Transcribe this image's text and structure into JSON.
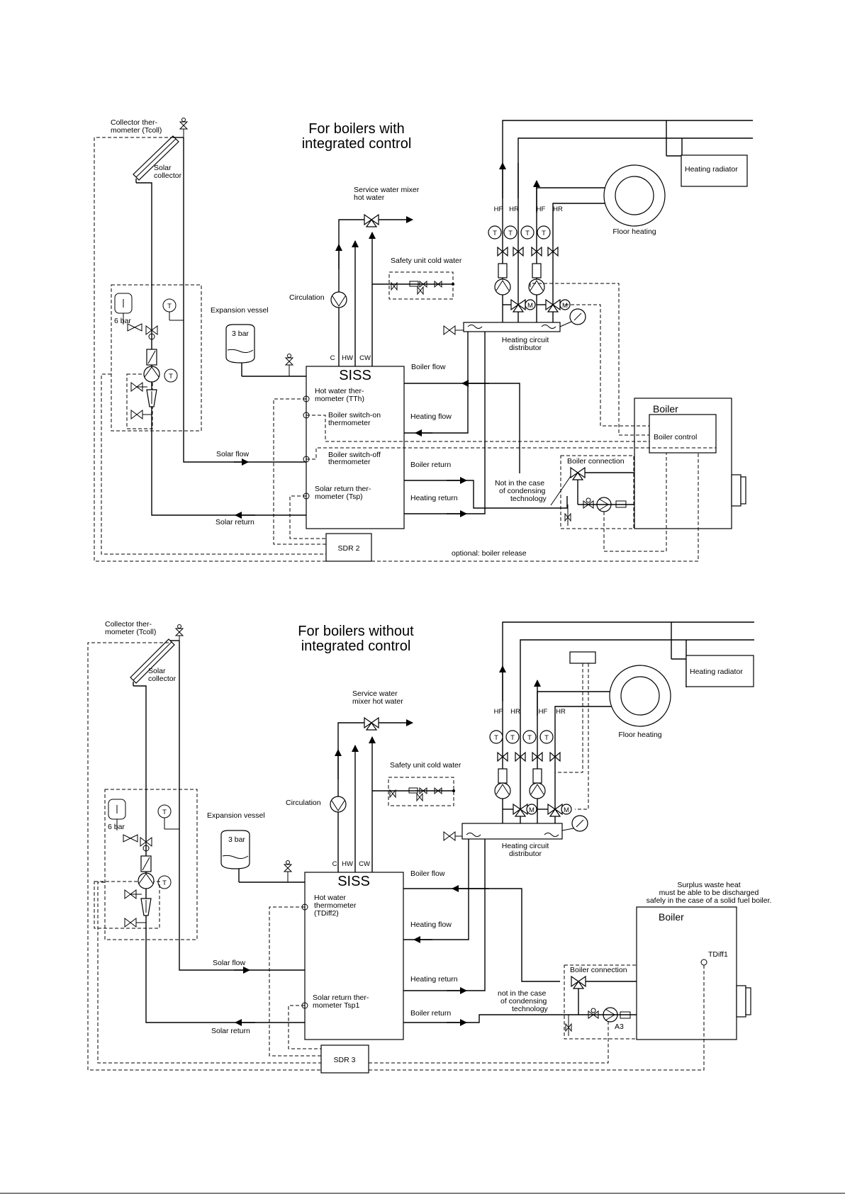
{
  "diagram_top": {
    "title_line1": "For boilers with",
    "title_line2": "integrated control",
    "collector_thermometer_1": "Collector ther-",
    "collector_thermometer_2": "mometer (Tcoll)",
    "solar_collector_1": "Solar",
    "solar_collector_2": "collector",
    "service_water_1": "Service water mixer",
    "service_water_2": "hot water",
    "safety_unit": "Safety unit cold water",
    "circulation": "Circulation",
    "expansion_vessel": "Expansion vessel",
    "vessel_pressure": "3 bar",
    "six_bar": "6 bar",
    "port_c": "C",
    "port_hw": "HW",
    "port_cw": "CW",
    "siss": "SISS",
    "hot_water_thermo_1": "Hot water ther-",
    "hot_water_thermo_2": "mometer (TTh)",
    "switch_on_1": "Boiler switch-on",
    "switch_on_2": "thermometer",
    "switch_off_1": "Boiler switch-off",
    "switch_off_2": "thermometer",
    "solar_return_thermo_1": "Solar return ther-",
    "solar_return_thermo_2": "mometer (Tsp)",
    "solar_flow": "Solar flow",
    "solar_return": "Solar return",
    "boiler_flow": "Boiler flow",
    "heating_flow": "Heating flow",
    "boiler_return": "Boiler return",
    "heating_return": "Heating return",
    "sdr": "SDR 2",
    "optional_release": "optional: boiler release",
    "not_in_case_1": "Not in the case",
    "not_in_case_2": "of condensing",
    "not_in_case_3": "technology",
    "boiler_connection": "Boiler connection",
    "boiler": "Boiler",
    "boiler_control": "Boiler control",
    "heating_circuit_1": "Heating circuit",
    "heating_circuit_2": "distributor",
    "heating_radiator": "Heating radiator",
    "floor_heating": "Floor heating",
    "hf1": "HF",
    "hr1": "HR",
    "hf2": "HF",
    "hr2": "HR",
    "t": "T",
    "m": "M"
  },
  "diagram_bottom": {
    "title_line1": "For boilers without",
    "title_line2": "integrated control",
    "collector_thermometer_1": "Collector ther-",
    "collector_thermometer_2": "mometer (Tcoll)",
    "solar_collector_1": "Solar",
    "solar_collector_2": "collector",
    "service_water_1": "Service water",
    "service_water_2": "mixer hot water",
    "safety_unit": "Safety unit cold water",
    "circulation": "Circulation",
    "expansion_vessel": "Expansion vessel",
    "vessel_pressure": "3 bar",
    "six_bar": "6 bar",
    "port_c": "C",
    "port_hw": "HW",
    "port_cw": "CW",
    "siss": "SISS",
    "hot_water_thermo_1": "Hot water",
    "hot_water_thermo_2": "thermometer",
    "hot_water_thermo_3": "(TDiff2)",
    "solar_return_thermo_1": "Solar return ther-",
    "solar_return_thermo_2": "mometer Tsp1",
    "solar_flow": "Solar flow",
    "solar_return": "Solar return",
    "boiler_flow": "Boiler flow",
    "heating_flow": "Heating flow",
    "heating_return": "Heating return",
    "boiler_return": "Boiler return",
    "sdr": "SDR 3",
    "not_in_case_1": "not in the case",
    "not_in_case_2": "of condensing",
    "not_in_case_3": "technology",
    "boiler_connection": "Boiler connection",
    "boiler": "Boiler",
    "tdiff1": "TDiff1",
    "a3": "A3",
    "surplus_1": "Surplus waste heat",
    "surplus_2": "must be able to be discharged",
    "surplus_3": "safely in the case of a solid fuel boiler.",
    "heating_circuit_1": "Heating circuit",
    "heating_circuit_2": "distributor",
    "heating_radiator": "Heating radiator",
    "floor_heating": "Floor heating",
    "hf1": "HF",
    "hr1": "HR",
    "hf2": "HF",
    "hr2": "HR",
    "t": "T",
    "m": "M"
  }
}
